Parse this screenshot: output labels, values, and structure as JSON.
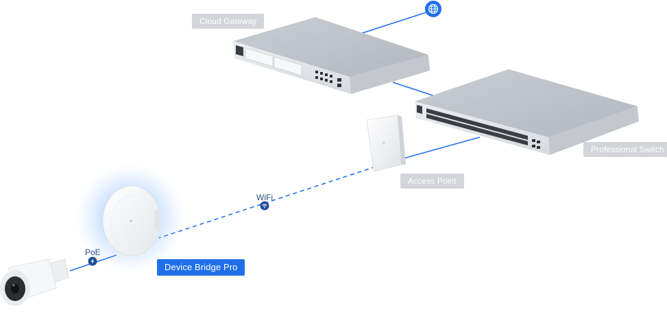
{
  "labels": {
    "cloud_gateway": "Cloud Gateway",
    "professional_switch": "Professional Switch",
    "access_point": "Access Point",
    "device_bridge_pro": "Device Bridge Pro"
  },
  "links": {
    "wifi": "WiFi",
    "poe": "PoE"
  },
  "icons": {
    "internet": "globe-icon",
    "wifi": "wifi-icon",
    "poe": "lightning-icon"
  },
  "colors": {
    "link": "#1f6fea",
    "label_bg": "#d3d5da",
    "highlight_label_bg": "#1f6fea",
    "glow": "#5aa0ff"
  }
}
